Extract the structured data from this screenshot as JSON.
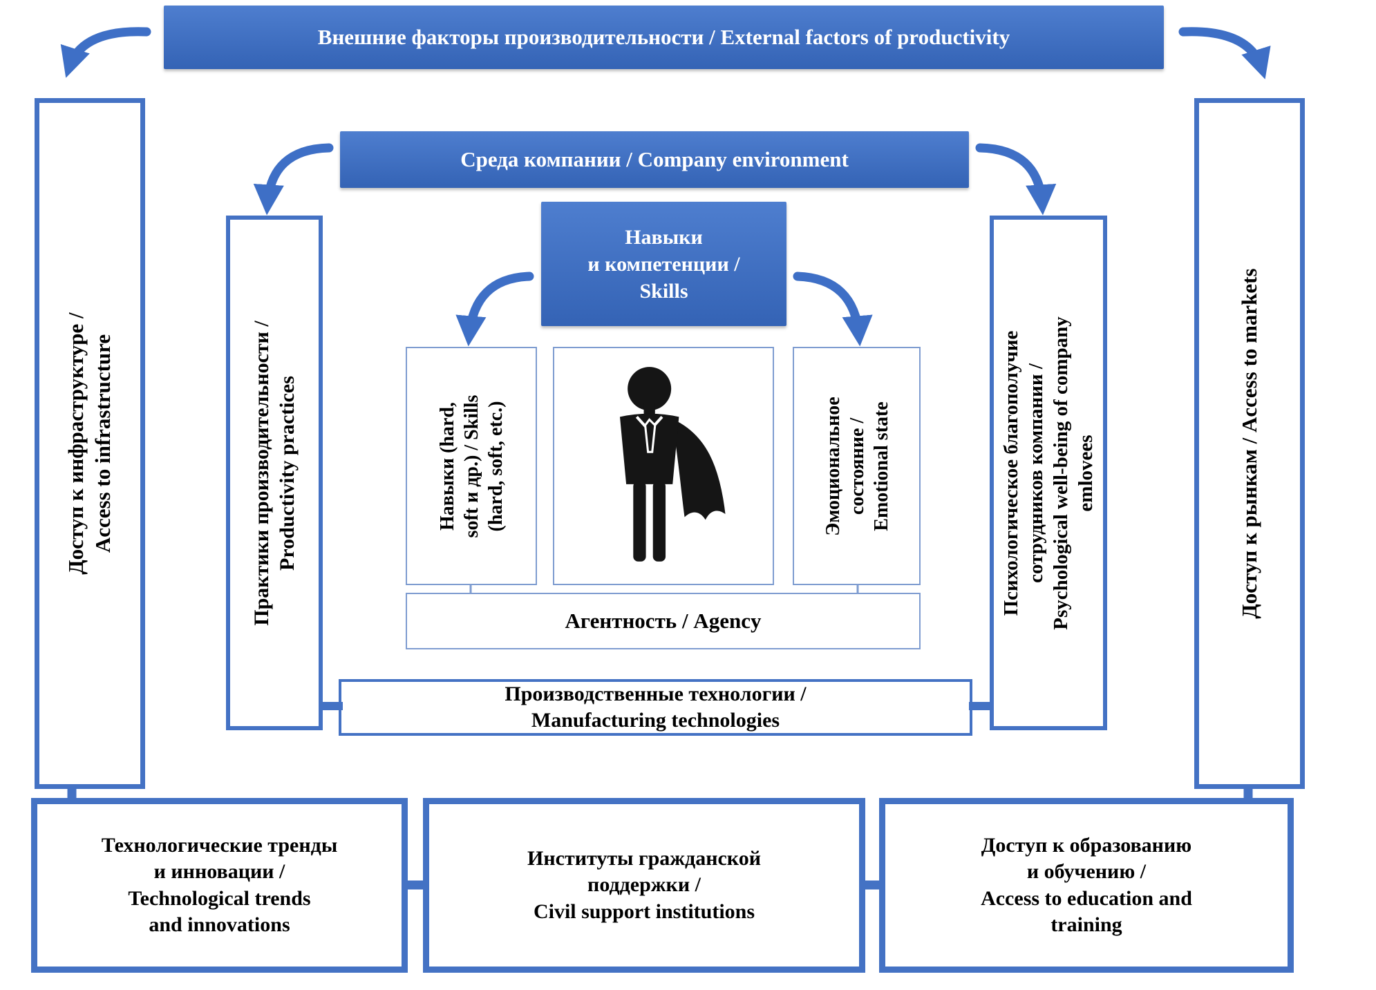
{
  "colors": {
    "accent_blue": "#4472C4",
    "banner_blue_top": "#4E7ECF",
    "banner_blue_bottom": "#3463B5",
    "light_border": "#7E9CD0",
    "arrow_blue": "#3E6FC6",
    "text_on_banner": "#FFFFFF",
    "text_black": "#000000",
    "figure_black": "#151515"
  },
  "banners": {
    "external_factors": "Внешние факторы производительности / External factors of productivity",
    "company_environment": "Среда компании / Company environment",
    "skills": "Навыки\nи компетенции /\nSkills"
  },
  "side_boxes": {
    "access_infrastructure": "Доступ к инфраструктуре /\nAccess to infrastructure",
    "access_markets": "Доступ к рынкам / Access to markets",
    "productivity_practices": "Практики производительности /\nProductivity practices",
    "psych_wellbeing": "Психологическое благополучие\nсотрудников компании /\nPsychological well-being of company\nemlovees"
  },
  "center": {
    "skills_detail": "Навыки (hard,\nsoft и др.) / Skills\n(hard, soft, etc.)",
    "emotional_state": "Эмоциональное\nсостояние /\nEmotional state",
    "agency": "Агентность / Agency",
    "manufacturing": "Производственные технологии /\nManufacturing technologies",
    "person_icon": "superhero-figure"
  },
  "bottom_boxes": [
    {
      "label": "Технологические тренды\nи инновации /\nTechnological trends\nand innovations"
    },
    {
      "label": "Институты гражданской\nподдержки /\nCivil support institutions"
    },
    {
      "label": "Доступ к образованию\nи обучению /\nAccess to education and\ntraining"
    }
  ]
}
